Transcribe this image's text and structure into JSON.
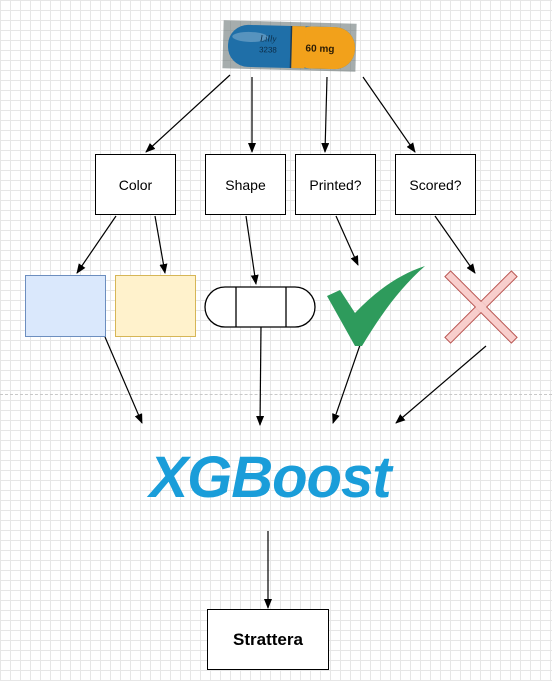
{
  "pill": {
    "imprint_brand": "Lilly",
    "imprint_code": "3238",
    "imprint_dose": "60 mg",
    "colors": {
      "left": "#1f6fa8",
      "right": "#f2a11b"
    }
  },
  "features": [
    {
      "label": "Color"
    },
    {
      "label": "Shape"
    },
    {
      "label": "Printed?"
    },
    {
      "label": "Scored?"
    }
  ],
  "values": {
    "color_swatches": [
      {
        "fill": "#dae8fc",
        "stroke": "#6c8ebf"
      },
      {
        "fill": "#fff2cc",
        "stroke": "#d6b656"
      }
    ],
    "shape_icon": "capsule-outline-icon",
    "printed_icon": "checkmark-icon",
    "printed_color": "#2e9b5c",
    "scored_icon": "cross-icon",
    "scored_color": "#f8cecc"
  },
  "model": {
    "name": "XGBoost",
    "color": "#1a9dd9"
  },
  "output": {
    "label": "Strattera"
  }
}
